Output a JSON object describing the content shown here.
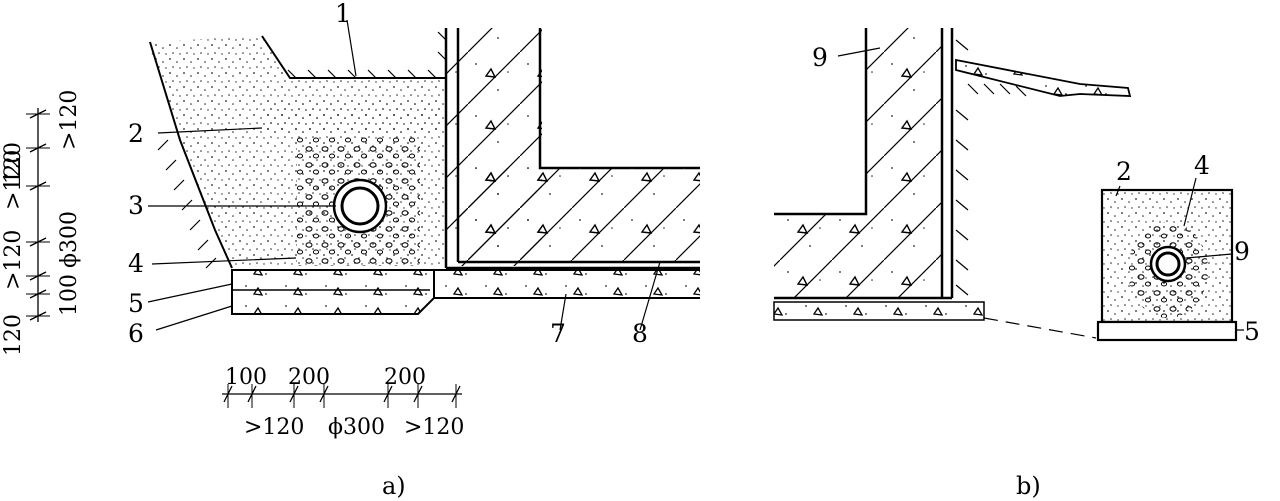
{
  "diagram": {
    "callouts_a": [
      "1",
      "2",
      "3",
      "4",
      "5",
      "6",
      "7",
      "8"
    ],
    "callouts_b": [
      "9",
      "2",
      "4",
      "9",
      "5"
    ],
    "dimensions_vertical": {
      "left_col": [
        "120",
        ">120",
        ">120",
        "100",
        "120"
      ],
      "right_col": [
        ">120",
        "ϕ300",
        ">120"
      ]
    },
    "dimensions_horizontal": {
      "top_row": [
        "100",
        "200",
        "200"
      ],
      "bottom_row": [
        ">120",
        "ϕ300",
        ">120"
      ]
    },
    "captions": {
      "a": "a)",
      "b": "b)"
    }
  }
}
